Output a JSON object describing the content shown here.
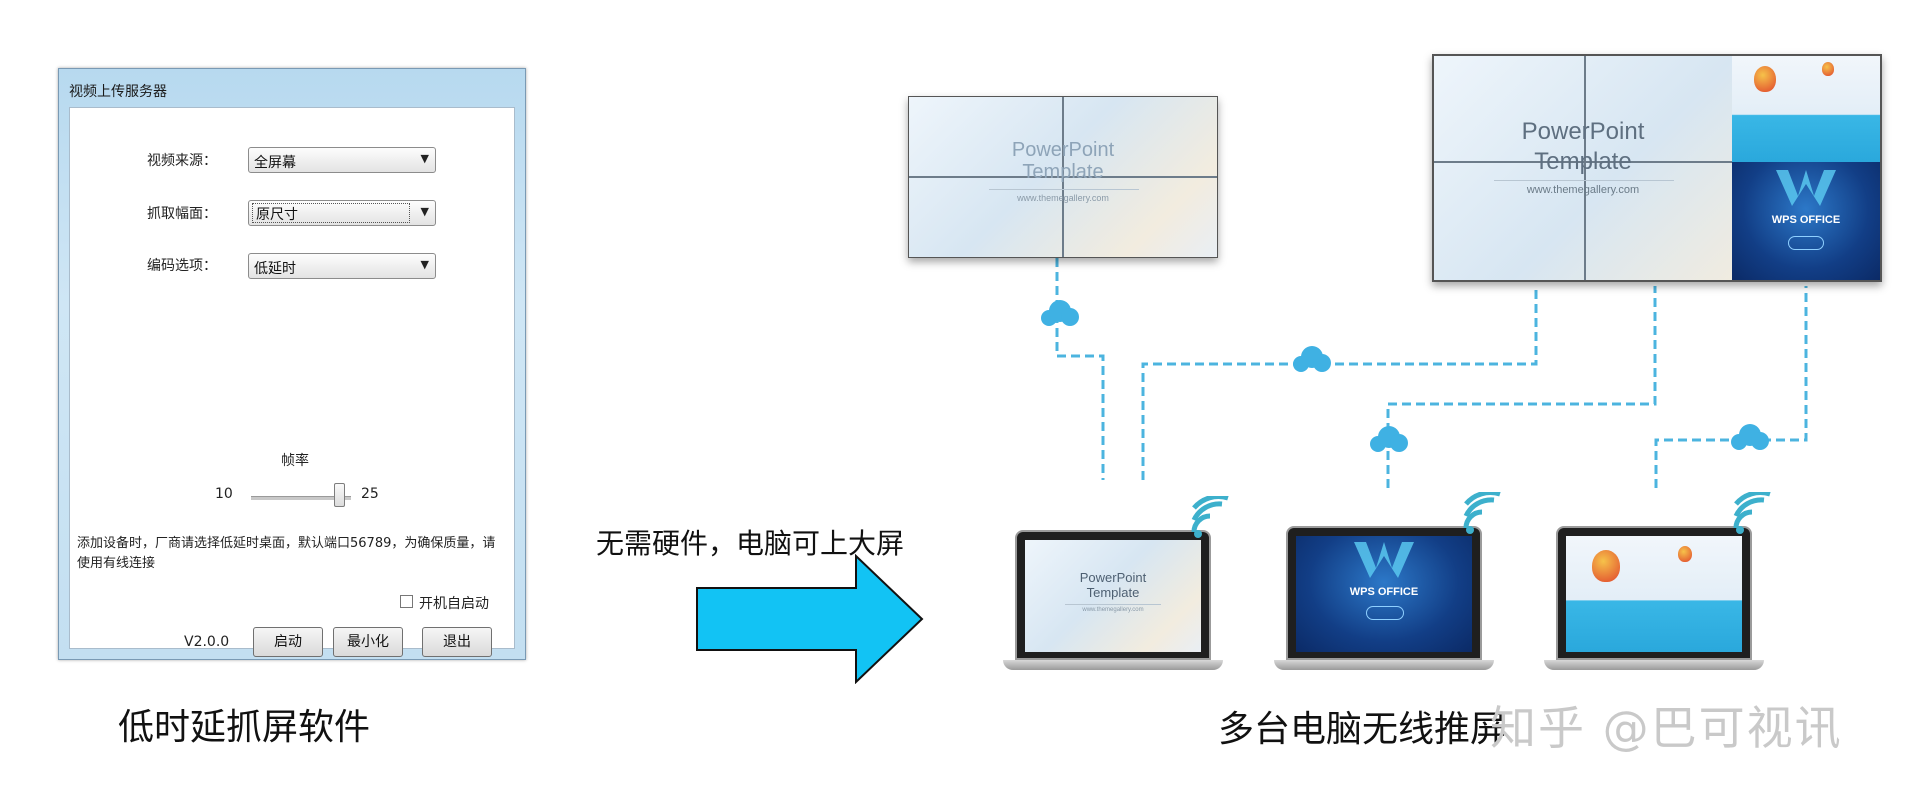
{
  "dialog": {
    "title": "视频上传服务器",
    "video_source": {
      "label": "视频来源：",
      "value": "全屏幕"
    },
    "capture_size": {
      "label": "抓取幅面：",
      "value": "原尺寸"
    },
    "encoding": {
      "label": "编码选项：",
      "value": "低延时"
    },
    "frame_rate": {
      "title": "帧率",
      "min": "10",
      "max": "25",
      "level_fraction": 1.0
    },
    "note": "添加设备时，厂商请选择低延时桌面，默认端口56789，为确保质量，请使用有线连接",
    "autostart": {
      "label": "开机自启动",
      "checked": false
    },
    "version": "V2.0.0",
    "buttons": {
      "start": "启动",
      "minimize": "最小化",
      "exit": "退出"
    }
  },
  "caption_left": "低时延抓屏软件",
  "middle_text": "无需硬件，电脑可上大屏",
  "arrow_color": "#12c3f4",
  "screens": {
    "wall_left": {
      "title_line1": "PowerPoint",
      "title_line2": "Template",
      "url": "www.themegallery.com"
    },
    "wall_right": {
      "title_line1": "PowerPoint",
      "title_line2": "Template",
      "url": "www.themegallery.com",
      "wps_text": "WPS OFFICE"
    },
    "laptop1": {
      "title_line1": "PowerPoint",
      "title_line2": "Template",
      "url": "www.themegallery.com"
    },
    "laptop2": {
      "wps_text": "WPS OFFICE"
    }
  },
  "link_color": "#4cb4df",
  "caption_right": "多台电脑无线推屏",
  "watermark": "知乎 @巴可视讯"
}
